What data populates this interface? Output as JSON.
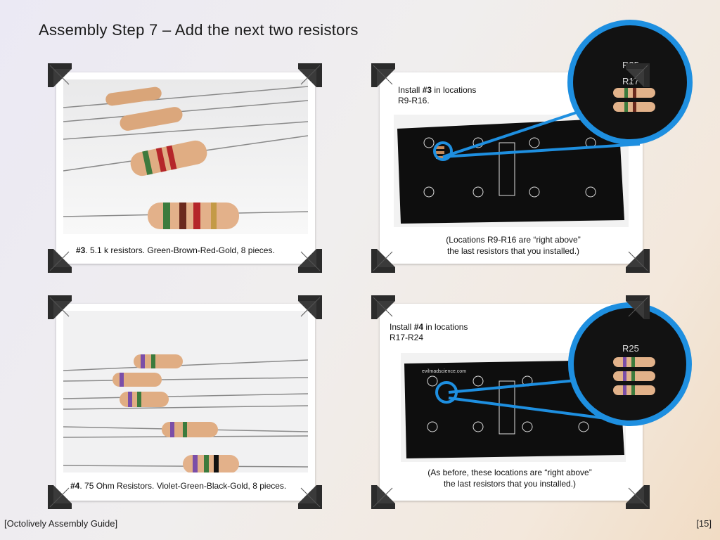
{
  "page": {
    "title": "Assembly Step 7 – Add the next two resistors",
    "footer_left": "[Octolively Assembly Guide]",
    "footer_right": "[15]"
  },
  "panels": {
    "p1": {
      "cap_num": "#3",
      "cap_text": ".  5.1 k resistors.  Green-Brown-Red-Gold, 8 pieces."
    },
    "p2": {
      "instr_pre": "Install ",
      "instr_num": "#3",
      "instr_post": " in locations",
      "instr_loc": "R9-R16.",
      "note_1": "(Locations R9-R16 are “right above”",
      "note_2": "the last resistors that you installed.)",
      "zoom_labels": [
        "R25",
        "R17"
      ]
    },
    "p3": {
      "cap_num": "#4",
      "cap_text": ".  75 Ohm Resistors. Violet-Green-Black-Gold, 8 pieces."
    },
    "p4": {
      "instr_pre": "Install ",
      "instr_num": "#4",
      "instr_post": " in locations",
      "instr_loc": "R17-R24",
      "note_1": "(As before, these locations are “right above”",
      "note_2": "the last resistors that you installed.)",
      "zoom_labels": [
        "R25"
      ]
    }
  },
  "board_text": "evilmadscience.com",
  "icons": [
    "photo-corner-icon"
  ]
}
